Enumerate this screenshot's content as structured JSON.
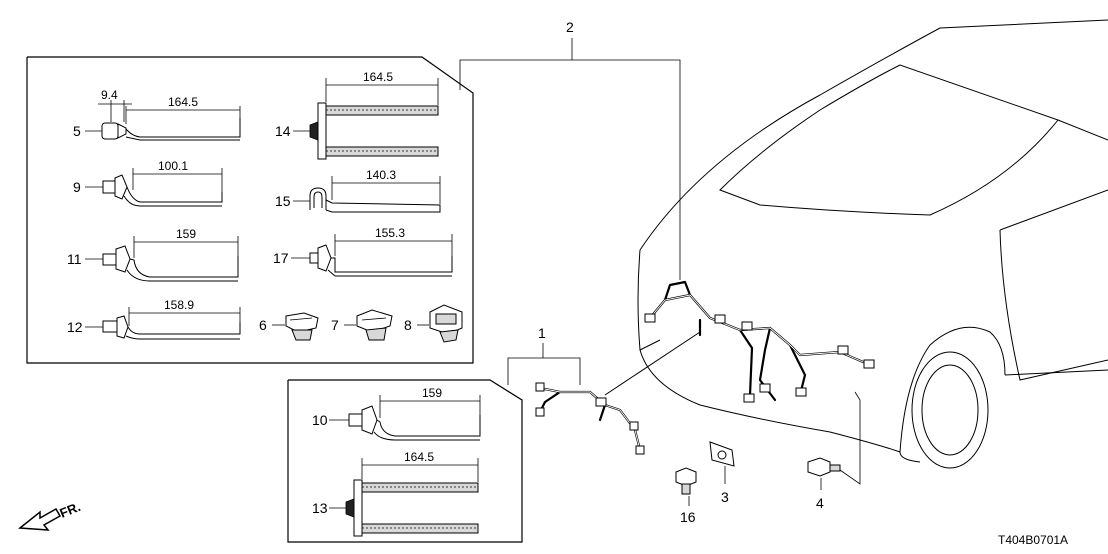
{
  "callouts": {
    "p1": "1",
    "p2": "2",
    "p3": "3",
    "p4": "4",
    "p5": "5",
    "p6": "6",
    "p7": "7",
    "p8": "8",
    "p9": "9",
    "p10": "10",
    "p11": "11",
    "p12": "12",
    "p13": "13",
    "p14": "14",
    "p15": "15",
    "p16": "16",
    "p17": "17"
  },
  "dimensions": {
    "p5_offset": "9.4",
    "p5_length": "164.5",
    "p9_length": "100.1",
    "p11_length": "159",
    "p12_length": "158.9",
    "p14_length": "164.5",
    "p15_length": "140.3",
    "p17_length": "155.3",
    "p10_length": "159",
    "p13_length": "164.5"
  },
  "front_label": "FR.",
  "diagram_code": "T404B0701A"
}
